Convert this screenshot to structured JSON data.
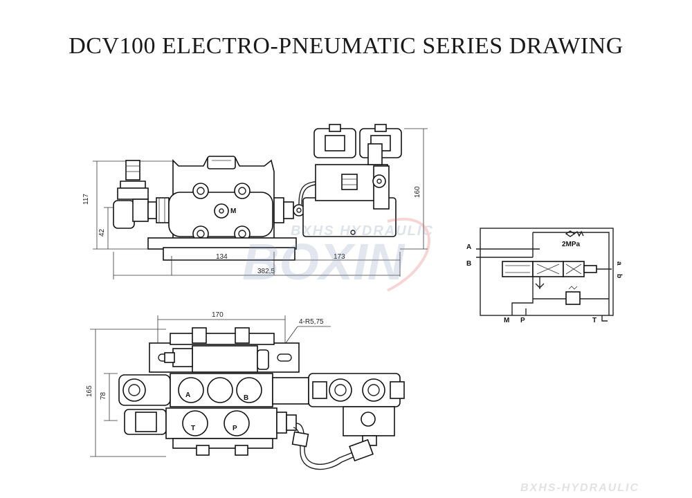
{
  "title": "DCV100 ELECTRO-PNEUMATIC SERIES DRAWING",
  "front_view": {
    "dim_height_total": "117",
    "dim_height_lower": "42",
    "dim_height_right": "160",
    "dim_width_mid": "134",
    "dim_width_right": "173",
    "dim_width_total": "382,5",
    "label_m": "M"
  },
  "top_view": {
    "dim_width": "170",
    "dim_slots": "4-R5,75",
    "dim_height_total": "165",
    "dim_height_inner": "78",
    "port_a": "A",
    "port_b": "B",
    "port_t": "T",
    "port_p": "P"
  },
  "schematic": {
    "pressure_label": "2MPa",
    "port_a": "A",
    "port_b": "B",
    "port_m": "M",
    "port_p": "P",
    "port_t": "T",
    "coil_label_1": "a",
    "coil_label_2": "b"
  },
  "watermark": {
    "brand": "BOXIN",
    "sub": "BXHS HYDRAULIC",
    "footer": "BXHS-HYDRAULIC"
  }
}
